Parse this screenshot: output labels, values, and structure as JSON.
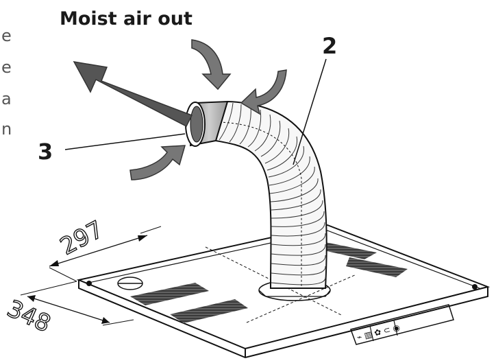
{
  "diagram": {
    "title": "Moist air out",
    "callout_2": "2",
    "callout_3": "3",
    "dimension_width": "297",
    "dimension_depth": "348",
    "cropped_margin_text": [
      "e",
      "e",
      "a",
      "n"
    ]
  },
  "colors": {
    "arrow_dark": "#555555",
    "arrow_medium": "#777777",
    "line": "#111111",
    "background": "#ffffff"
  }
}
